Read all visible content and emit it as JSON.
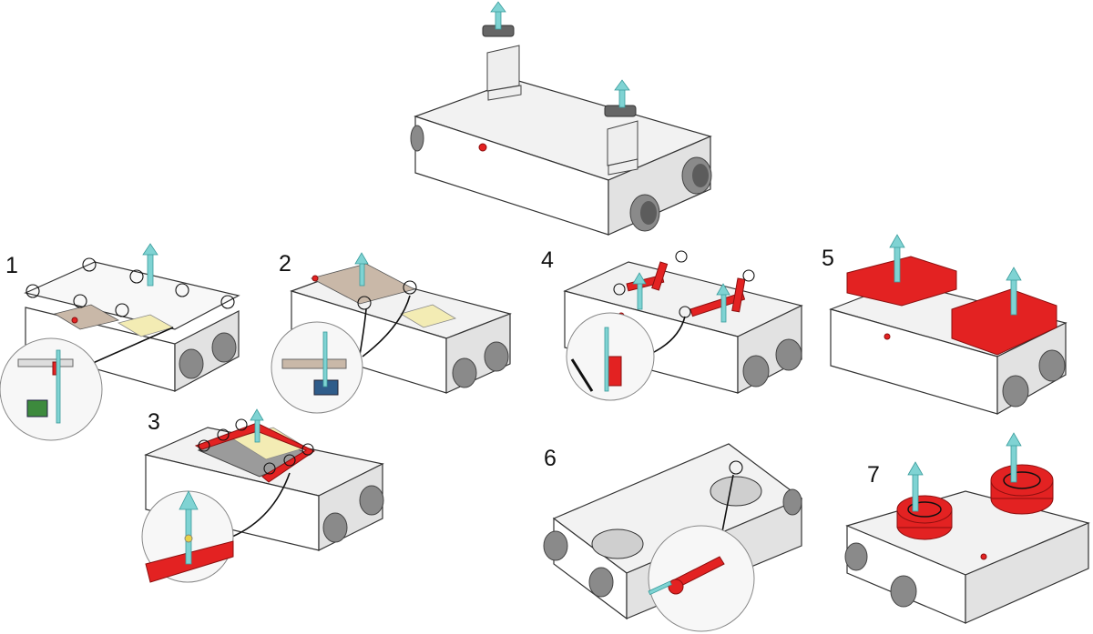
{
  "diagram": {
    "steps": [
      {
        "label": "1"
      },
      {
        "label": "2"
      },
      {
        "label": "3"
      },
      {
        "label": "4"
      },
      {
        "label": "5"
      },
      {
        "label": "6"
      },
      {
        "label": "7"
      }
    ]
  },
  "colors": {
    "arrow": "#7fd3d3",
    "highlight": "#e32222",
    "unit_body": "#ffffff",
    "duct": "#8a8a8a"
  },
  "icons": [
    "arrow-up-icon",
    "screw-marker-icon",
    "zoom-detail-icon"
  ]
}
